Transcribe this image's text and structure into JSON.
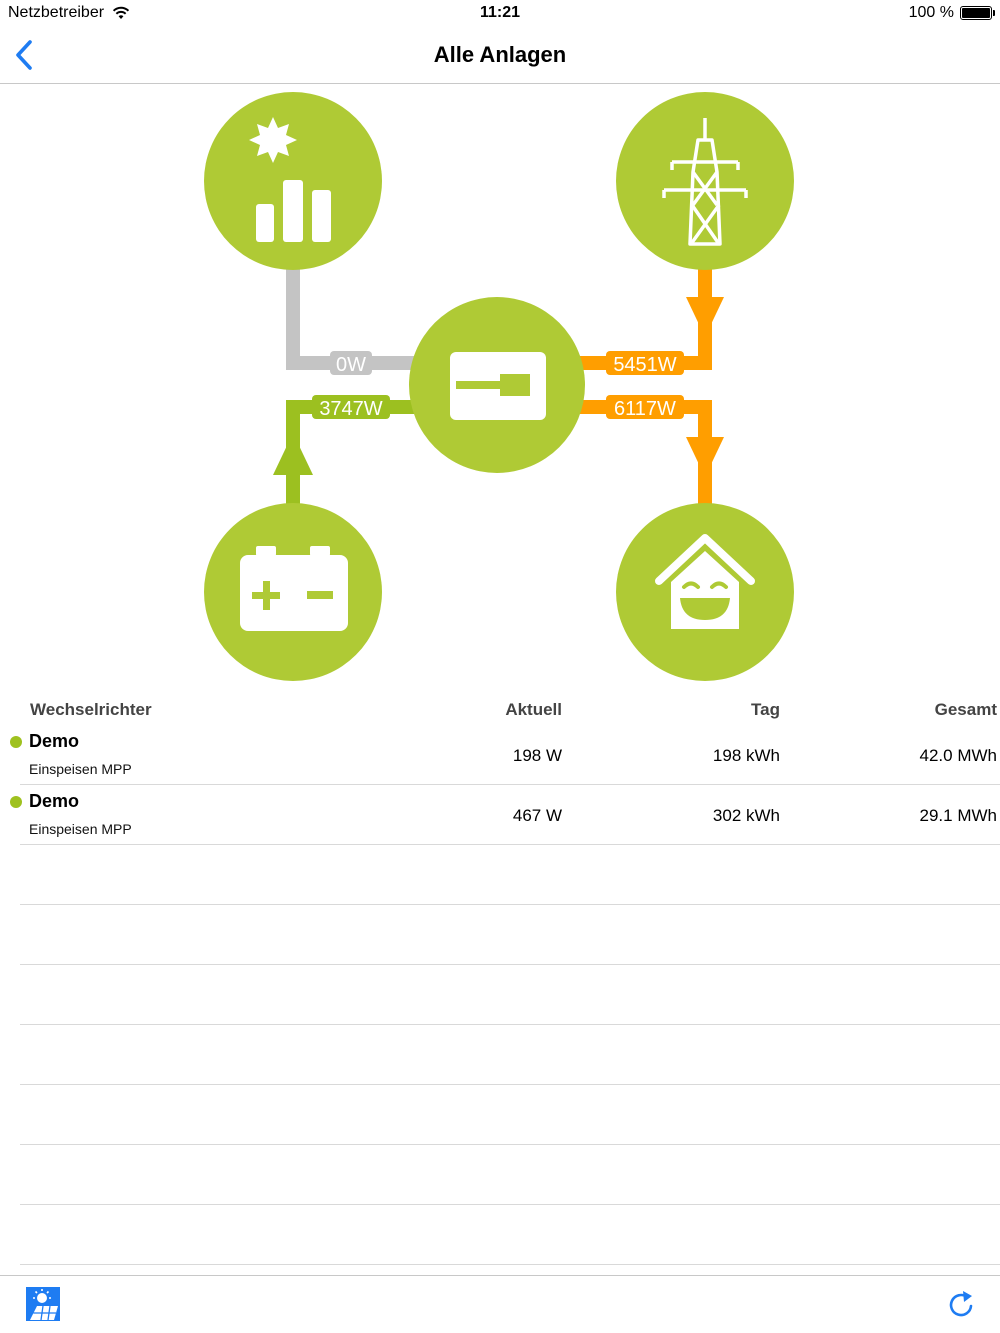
{
  "status_bar": {
    "carrier": "Netzbetreiber",
    "time": "11:21",
    "battery": "100 %"
  },
  "nav": {
    "title": "Alle Anlagen"
  },
  "flow": {
    "pv_to_inverter": "0W",
    "battery_to_inverter": "3747W",
    "grid_to_inverter": "5451W",
    "inverter_to_house": "6117W",
    "colors": {
      "node": "#afca35",
      "green_line": "#9cc020",
      "orange_line": "#ff9e00",
      "grey_line": "#c4c4c4"
    }
  },
  "table": {
    "headers": {
      "name": "Wechselrichter",
      "aktuell": "Aktuell",
      "tag": "Tag",
      "gesamt": "Gesamt"
    },
    "rows": [
      {
        "name": "Demo",
        "status": "Einspeisen MPP",
        "aktuell": "198 W",
        "tag": "198 kWh",
        "gesamt": "42.0 MWh"
      },
      {
        "name": "Demo",
        "status": "Einspeisen MPP",
        "aktuell": "467 W",
        "tag": "302 kWh",
        "gesamt": "29.1 MWh"
      }
    ]
  },
  "toolbar": {
    "left_icon": "solar-panel-icon",
    "right_icon": "refresh-icon",
    "accent": "#1e7cf2"
  }
}
